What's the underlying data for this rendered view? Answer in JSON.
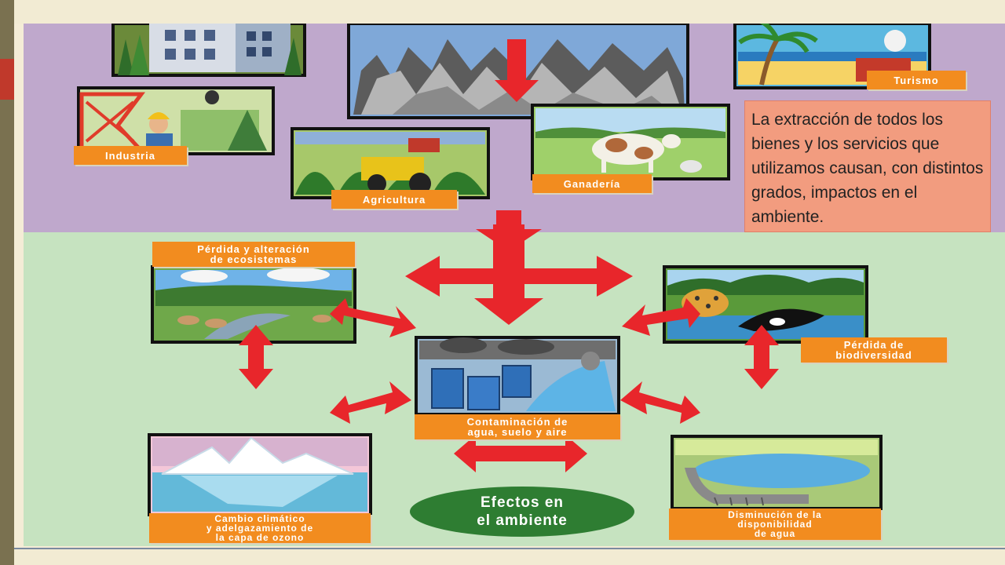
{
  "colors": {
    "purple_section": "#bfa8cc",
    "green_section": "#c6e3c0",
    "label_orange": "#f28c1f",
    "arrow_red": "#e8262b",
    "info_box": "#f29c7f",
    "effects_green": "#2e7d32"
  },
  "sources": {
    "industria": "Industria",
    "agricultura": "Agricultura",
    "ganaderia": "Ganadería",
    "turismo": "Turismo"
  },
  "info_text": "La extracción de todos los bienes y los servicios que utilizamos causan, con distintos grados, impactos en el ambiente.",
  "effects": {
    "title_line1": "Efectos en",
    "title_line2": "el ambiente",
    "perdida_ecosistemas": {
      "line1": "Pérdida y alteración",
      "line2": "de ecosistemas"
    },
    "perdida_biodiversidad": {
      "line1": "Pérdida de",
      "line2": "biodiversidad"
    },
    "contaminacion": {
      "line1": "Contaminación de",
      "line2": "agua, suelo y aire"
    },
    "cambio_climatico": {
      "line1": "Cambio climático",
      "line2": "y adelgazamiento de",
      "line3": "la capa de ozono"
    },
    "disminucion_agua": {
      "line1": "Disminución de la",
      "line2": "disponibilidad",
      "line3": "de agua"
    }
  }
}
